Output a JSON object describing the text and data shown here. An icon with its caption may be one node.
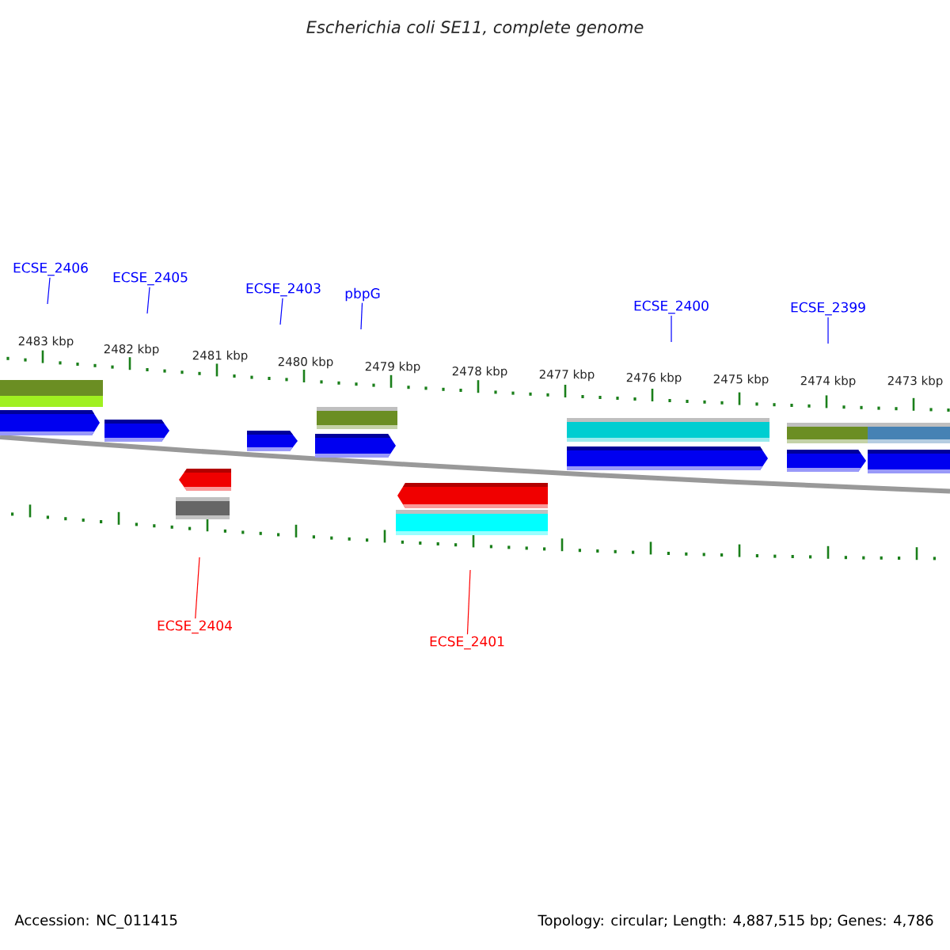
{
  "diagram": {
    "title": "Escherichia coli SE11, complete genome",
    "nodes": [
      {
        "text": [
          "ECSE_2406"
        ]
      },
      {
        "text": [
          "ECSE_2405"
        ]
      },
      {
        "text": [
          "ECSE_2403"
        ]
      },
      {
        "text": [
          "pbpG"
        ]
      },
      {
        "text": [
          "ECSE_2400"
        ]
      },
      {
        "text": [
          "ECSE_2399"
        ]
      },
      {
        "text": [
          "ECSE_2404"
        ]
      },
      {
        "text": [
          "ECSE_2401"
        ]
      }
    ],
    "edges": [
      {
        "from": 0,
        "to": null,
        "arrow": "none"
      },
      {
        "from": 1,
        "to": null,
        "arrow": "none"
      },
      {
        "from": 2,
        "to": null,
        "arrow": "none"
      },
      {
        "from": 3,
        "to": null,
        "arrow": "none"
      },
      {
        "from": 4,
        "to": null,
        "arrow": "none"
      },
      {
        "from": 5,
        "to": null,
        "arrow": "none"
      },
      {
        "from": 6,
        "to": null,
        "arrow": "none",
        "color": "#ff0000"
      },
      {
        "from": 7,
        "to": null,
        "arrow": "none",
        "color": "#ff0000"
      }
    ],
    "labels": [
      "2483 kbp",
      "2482 kbp",
      "2481 kbp",
      "2480 kbp",
      "2479 kbp",
      "2478 kbp",
      "2477 kbp",
      "2476 kbp",
      "2475 kbp",
      "2474 kbp",
      "2473 kbp",
      "Accession: NC_011415",
      "Topology: circular; Length: 4,887,515 bp; Genes: 4,786"
    ]
  }
}
